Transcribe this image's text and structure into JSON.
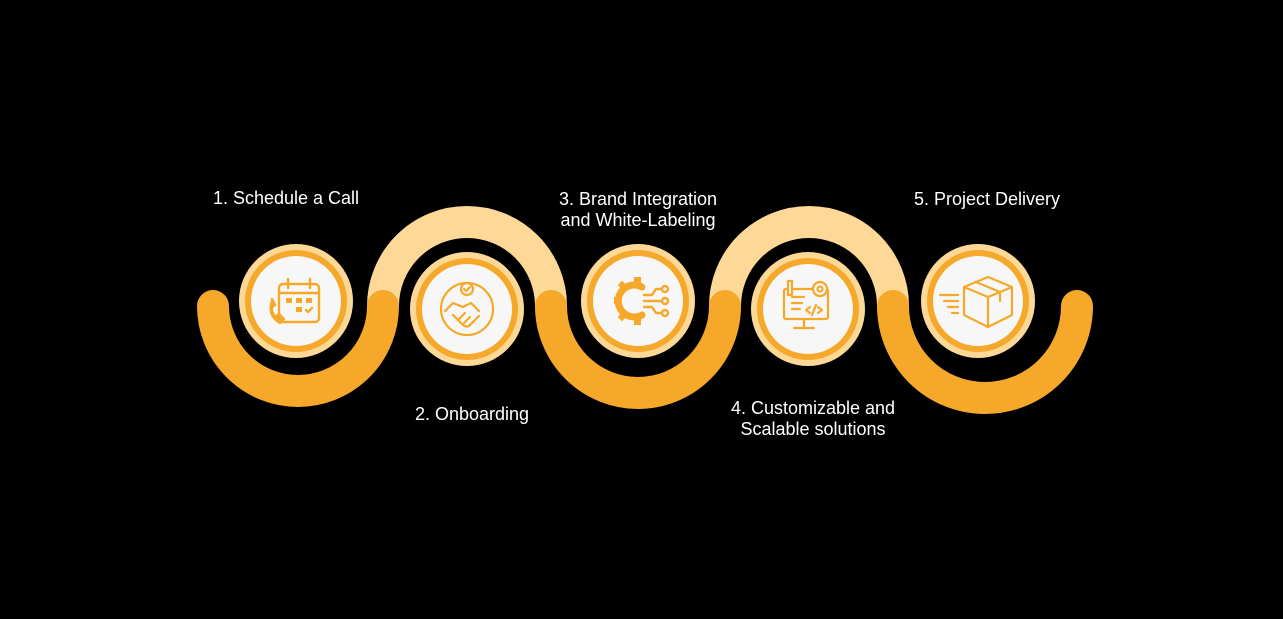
{
  "colors": {
    "background": "#000000",
    "wave_dark": "#F5A82A",
    "wave_light": "#FDD896",
    "icon_stroke": "#F5A82A",
    "circle_fill": "#F7F7F7",
    "label_text": "#FFFFFF"
  },
  "steps": [
    {
      "line1": "1. Schedule a Call",
      "line2": "",
      "icon": "calendar-phone-icon"
    },
    {
      "line1": "2. Onboarding",
      "line2": "",
      "icon": "handshake-icon"
    },
    {
      "line1": "3. Brand Integration",
      "line2": "and White-Labeling",
      "icon": "gear-circuit-icon"
    },
    {
      "line1": "4. Customizable and",
      "line2": "Scalable solutions",
      "icon": "monitor-code-icon"
    },
    {
      "line1": "5. Project Delivery",
      "line2": "",
      "icon": "delivery-box-icon"
    }
  ]
}
